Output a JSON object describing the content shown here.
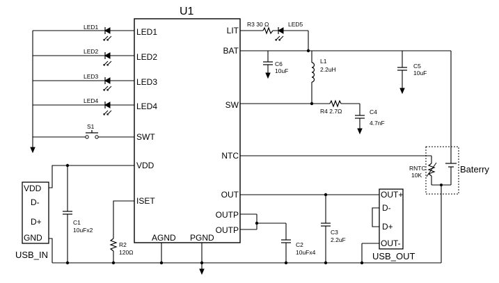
{
  "title": "U1",
  "ic_pins": {
    "led1": "LED1",
    "led2": "LED2",
    "led3": "LED3",
    "led4": "LED4",
    "swt": "SWT",
    "vdd": "VDD",
    "iset": "ISET",
    "agnd": "AGND",
    "pgnd": "PGND",
    "lit": "LIT",
    "bat": "BAT",
    "sw": "SW",
    "ntc": "NTC",
    "out": "OUT",
    "outp1": "OUTP",
    "outp2": "OUTP"
  },
  "components": {
    "led1": "LED1",
    "led2": "LED2",
    "led3": "LED3",
    "led4": "LED4",
    "led5": "LED5",
    "s1": "S1",
    "r3": "R3 30 Ω",
    "c6_name": "C6",
    "c6_value": "10uF",
    "l1_name": "L1",
    "l1_value": "2.2uH",
    "c5_name": "C5",
    "c5_value": "10uF",
    "r4": "R4 2.7Ω",
    "c4_name": "C4",
    "c4_value": "4.7nF",
    "rntc_name": "RNTC",
    "rntc_value": "10K",
    "battery": "Baterry",
    "c1_name": "C1",
    "c1_value": "10uFx2",
    "r2_name": "R2",
    "r2_value": "120Ω",
    "c2_name": "C2",
    "c2_value": "10uFx4",
    "c3_name": "C3",
    "c3_value": "2.2uF"
  },
  "usb_in": {
    "name": "USB_IN",
    "pins": [
      "VDD",
      "D-",
      "D+",
      "GND"
    ]
  },
  "usb_out": {
    "name": "USB_OUT",
    "pins": [
      "OUT+",
      "D-",
      "D+",
      "OUT-"
    ]
  }
}
